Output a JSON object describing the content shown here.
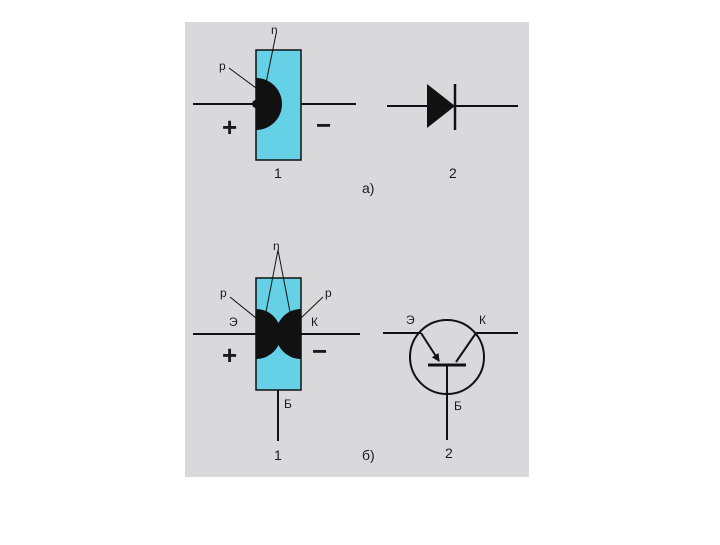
{
  "colors": {
    "panel": "#d9d9dc",
    "crystal": "#66d1e6",
    "ink": "#111111"
  },
  "diagram_a": {
    "label_p": "p",
    "label_n": "n",
    "sign_plus": "+",
    "sign_minus": "−",
    "number_device": "1",
    "number_symbol": "2",
    "caption": "а)"
  },
  "diagram_b": {
    "label_n": "n",
    "label_p_left": "p",
    "label_p_right": "p",
    "label_emitter": "Э",
    "label_collector": "К",
    "label_base": "Б",
    "sign_plus": "+",
    "sign_minus": "−",
    "symbol_emitter": "Э",
    "symbol_collector": "К",
    "symbol_base": "Б",
    "number_device": "1",
    "number_symbol": "2",
    "caption": "б)"
  }
}
